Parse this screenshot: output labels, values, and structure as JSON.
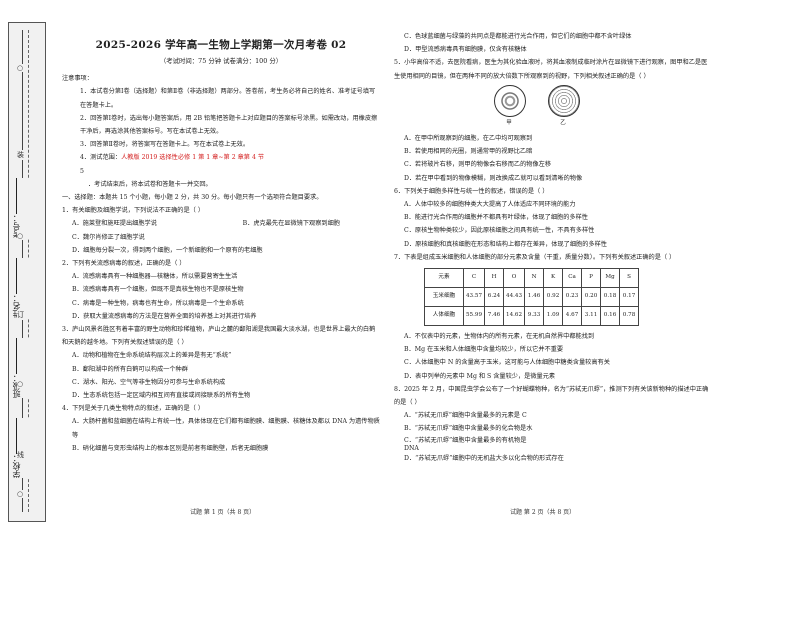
{
  "binding": {
    "marks": [
      "…………",
      "○",
      "…………",
      "装",
      "…………",
      "○",
      "…………",
      "订",
      "…………",
      "○",
      "…………",
      "线",
      "…………",
      "○",
      "…………"
    ],
    "fields": [
      "考号：",
      "姓名：",
      "班级：",
      "学校："
    ]
  },
  "left": {
    "title": "2025-2026 学年高一生物上学期第一次月考卷  02",
    "meta": "（考试时间：75 分钟    试卷满分：100 分）",
    "notice_title": "注意事项：",
    "notices": [
      "1．本试卷分第Ⅰ卷（选择题）和第Ⅱ卷（非选择题）两部分。答卷前，考生务必将自己的姓名、准考证号填写在答题卡上。",
      "2．回答第Ⅰ卷时，选出每小题答案后，用 2B 铅笔把答题卡上对应题目的答案标号涂黑。如需改动，用橡皮擦干净后，再选涂其他答案标号。写在本试卷上无效。",
      "3．回答第Ⅱ卷时，将答案写在答题卡上。写在本试卷上无效。"
    ],
    "notice4_prefix": "4．测试范围：",
    "notice4_red": "人教版 2019 选择性必修 1 第 1 章~第 2 章第 4 节",
    "notice4_num": "5",
    "notice5": "．考试结束后，将本试卷和答题卡一并交回。",
    "section": "一、选择题：本题共 15 个小题，每小题 2 分，共 30 分。每小题只有一个选项符合题目要求。",
    "q1": "1．有关细胞及细胞学说，下列说法不正确的是（    ）",
    "q1_opts": [
      "A．施莱登和施旺提出细胞学说",
      "B．虎克最先在显微镜下观察到细胞",
      "C．魏尔肖修正了细胞学说",
      "D．细胞每分裂一次，得到两个细胞，一个新细胞和一个原有的老细胞"
    ],
    "q2": "2．下列有关流感病毒的叙述，正确的是（    ）",
    "q2_opts": [
      "A．流感病毒具有一种细胞器—核糖体，所以需要营寄生生活",
      "B．流感病毒具有一个细胞，但既不是真核生物也不是原核生物",
      "C．病毒是一种生物，病毒也有生命，所以病毒是一个生命系统",
      "D．获取大量流感病毒的方法是在营养全面的培养基上对其进行培养"
    ],
    "q3": "3．庐山风景名胜区有着丰富的野生动物和珍稀植物，庐山之麓的鄱阳湖是我国最大淡水湖，也是世界上最大的白鹤和天鹅的越冬地。下列有关叙述错误的是（    ）",
    "q3_opts": [
      "A．动物和植物在生命系统结构层次上的差异是有无“系统”",
      "B．鄱阳湖中的所有白鹤可以构成一个种群",
      "C．湖水、阳光、空气等非生物因分可参与生命系统构成",
      "D．生态系统包括一定区域内相互间有直接或间接联系的所有生物"
    ],
    "q4": "4．下列是关于几类生物特点的叙述，正确的是（    ）",
    "q4_opts": [
      "A．大肠杆菌和蓝细菌在结构上有统一性，具体体现在它们都有细胞膜、细胞膜、核糖体及都以 DNA 为遗传物质等",
      "B．硝化细菌与变形虫结构上的根本区别是前者有细胞壁，后者无细胞膜"
    ],
    "footer": "试题  第 1 页（共 8 页）"
  },
  "right": {
    "q4_cont": [
      "C．色球蓝细菌与绿藻的共同点是都能进行光合作用，但它们的细胞中都不含叶绿体",
      "D．甲型流感病毒具有细胞膜，仅含有核糖体"
    ],
    "q5": "5．小华高倍不适，去医院看病，医生为其化验血液时，将其血液制成临时涂片在显微镜下进行观察，图甲和乙是医生使用相同的目镜，但在两种不同的放大倍数下所观察到的视野，下列相关叙述正确的是（    ）",
    "q5_labels": [
      "甲",
      "乙"
    ],
    "q5_opts": [
      "A．在甲中所观察到的细胞，在乙中均可观察到",
      "B．若使用相同的光圈，则通常甲的视野比乙暗",
      "C．若将玻片右移，则甲的物像会右移而乙的物像左移",
      "D．若在甲中看到的物像模糊，则改换成乙就可以看到清晰的物像"
    ],
    "q6": "6．下列关于细胞多样性与统一性的叙述，错误的是（    ）",
    "q6_opts": [
      "A．人体中较多的细胞种类大大提高了人体适应不同环境的能力",
      "B．能进行光合作用的细胞并不都具有叶绿体，体现了细胞的多样性",
      "C．原核生物种类较少，因此原核细胞之间具有统一性，不具有多样性",
      "D．原核细胞和真核细胞在形态和结构上都存在差异，体现了细胞的多样性"
    ],
    "q7": "7．下表是组成玉米细胞和人体细胞的部分元素及含量（干重，质量分数）。下列有关叙述正确的是（    ）",
    "table": {
      "header": [
        "元素",
        "C",
        "H",
        "O",
        "N",
        "K",
        "Ca",
        "P",
        "Mg",
        "S"
      ],
      "rows": [
        [
          "玉米细胞",
          "43.57",
          "6.24",
          "44.43",
          "1.46",
          "0.92",
          "0.23",
          "0.20",
          "0.18",
          "0.17"
        ],
        [
          "人体细胞",
          "55.99",
          "7.46",
          "14.62",
          "9.33",
          "1.09",
          "4.67",
          "3.11",
          "0.16",
          "0.78"
        ]
      ]
    },
    "q7_opts": [
      "A．不仅表中的元素，生物体内的所有元素，在无机自然界中都能找到",
      "B．Mg 在玉米和人体细胞中含量均较少，所以它并不重要",
      "C．人体细胞中 N 的含量高于玉米，这可能与人体细胞中糖类含量较高有关",
      "D．表中列举的元素中 Mg 和 S 含量较少，是微量元素"
    ],
    "q8": "8．2025 年 2 月，中国昆虫学会公布了一个好蝴蝶物种，名为“苏轼无爪蜉”，推测下列有关该新物种的描述中正确的是（    ）",
    "q8_opts": [
      "A．“苏轼无爪蜉”细胞中含量最多的元素是 C",
      "B．“苏轼无爪蜉”细胞中含量最多的化合物是水",
      "C．“苏轼无爪蜉”细胞中含量最多的有机物是",
      "DNA",
      "D．“苏轼无爪蜉”细胞中的无机盐大多以化合物的形式存在"
    ],
    "footer": "试题  第 2 页（共 8 页）"
  }
}
